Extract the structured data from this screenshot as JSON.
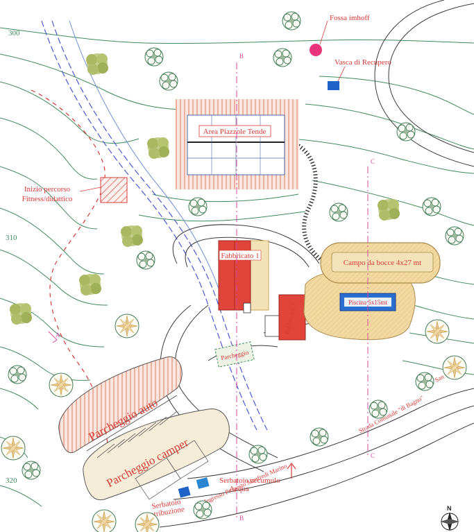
{
  "labels": {
    "fossa": "Fossa imhoff",
    "vasca": "Vasca di Recupero",
    "area_tende": "Area Piazzole Tende",
    "percorso_1": "Inizio percorso",
    "percorso_2": "Fitness/didattico",
    "fabbricato_1": "Fabbricato 1",
    "fabbricato_2": "Fabbricato 2",
    "campo_bocce": "Campo da bocce 4x27 mt",
    "piscina": "Piscina 5x15mt",
    "parcheggio": "Parcheggio",
    "parcheggio_auto": "Parcheggio auto",
    "parcheggio_camper": "Parcheggio camper",
    "serbatoio_accumulo_1": "Serbatoio accumulo",
    "serbatoio_accumulo_2": "Acqua",
    "serbatoio_distribuzione_1": "Serbatoio",
    "serbatoio_distribuzione_2": "distribuzione",
    "strada": "Strada Comunale \"di Bagno\"",
    "ponte": "Ponte San Giacomo",
    "ingresso": "Ingresso Proposto Manfredi Marino",
    "north": "N"
  },
  "contour_labels": [
    "300",
    "310",
    "320"
  ],
  "sections": {
    "b_top": "B",
    "b_bottom": "B",
    "c_top": "C",
    "c_bottom": "C",
    "a_left": "A"
  },
  "colors": {
    "contour": "#3f8a5a",
    "label_red": "#d83a36",
    "building_red": "#d94a42",
    "sand": "#f0d9a6",
    "parking": "#f6edd8",
    "water_blue": "#2a6fd0",
    "fossa_pink": "#e8347a",
    "tree_green": "#6f8a3a",
    "section_magenta": "#d54aa0"
  }
}
